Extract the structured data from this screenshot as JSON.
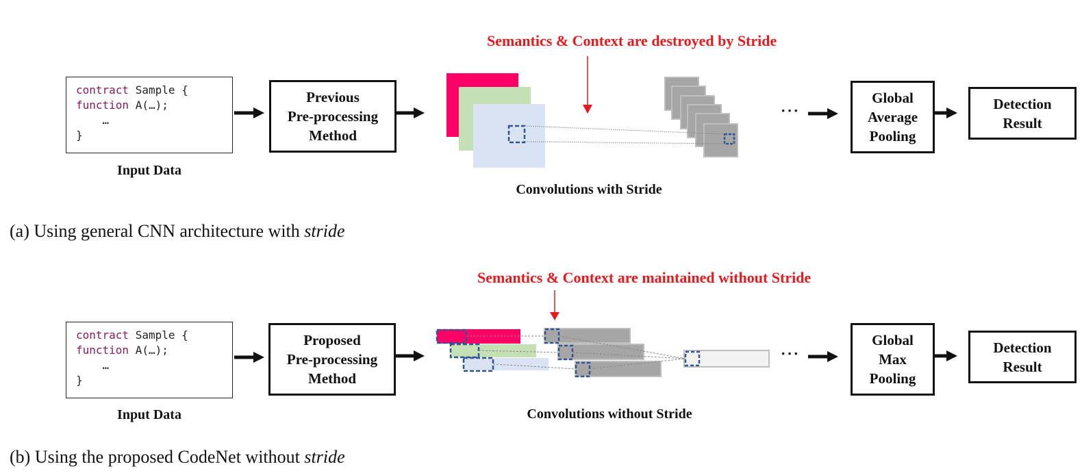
{
  "panel_a": {
    "annotation": "Semantics & Context are destroyed by Stride",
    "input": {
      "code_lines": [
        {
          "kw": "contract",
          "rest": " Sample {"
        },
        {
          "kw": "function",
          "rest": " A(…);"
        },
        {
          "kw": "",
          "rest": "    …"
        },
        {
          "kw": "",
          "rest": "}"
        }
      ],
      "label": "Input Data"
    },
    "preprocess": {
      "lines": [
        "Previous",
        "Pre-processing",
        "Method"
      ]
    },
    "conv_label": "Convolutions with Stride",
    "ellipsis": "···",
    "pooling": {
      "lines": [
        "Global",
        "Average",
        "Pooling"
      ]
    },
    "result": {
      "lines": [
        "Detection",
        "Result"
      ]
    },
    "caption_prefix": "(a) Using general CNN architecture with ",
    "caption_italic": "stride"
  },
  "panel_b": {
    "annotation": "Semantics & Context are maintained without Stride",
    "input": {
      "code_lines": [
        {
          "kw": "contract",
          "rest": " Sample {"
        },
        {
          "kw": "function",
          "rest": " A(…);"
        },
        {
          "kw": "",
          "rest": "    …"
        },
        {
          "kw": "",
          "rest": "}"
        }
      ],
      "label": "Input Data"
    },
    "preprocess": {
      "lines": [
        "Proposed",
        "Pre-processing",
        "Method"
      ]
    },
    "conv_label": "Convolutions without Stride",
    "ellipsis": "···",
    "pooling": {
      "lines": [
        "Global",
        "Max",
        "Pooling"
      ]
    },
    "result": {
      "lines": [
        "Detection",
        "Result"
      ]
    },
    "caption_prefix": "(b) Using the proposed CodeNet without ",
    "caption_italic": "stride"
  },
  "colors": {
    "annotation_red": "#e8191c",
    "channel_pink": "#ff0066",
    "channel_green": "#c5e0b4",
    "channel_blue": "#dae3f3",
    "feature_gray": "#a6a6a6",
    "feature_light": "#f2f2f2",
    "kernel_blue": "#2f5597",
    "keyword": "#8b1a5a"
  }
}
